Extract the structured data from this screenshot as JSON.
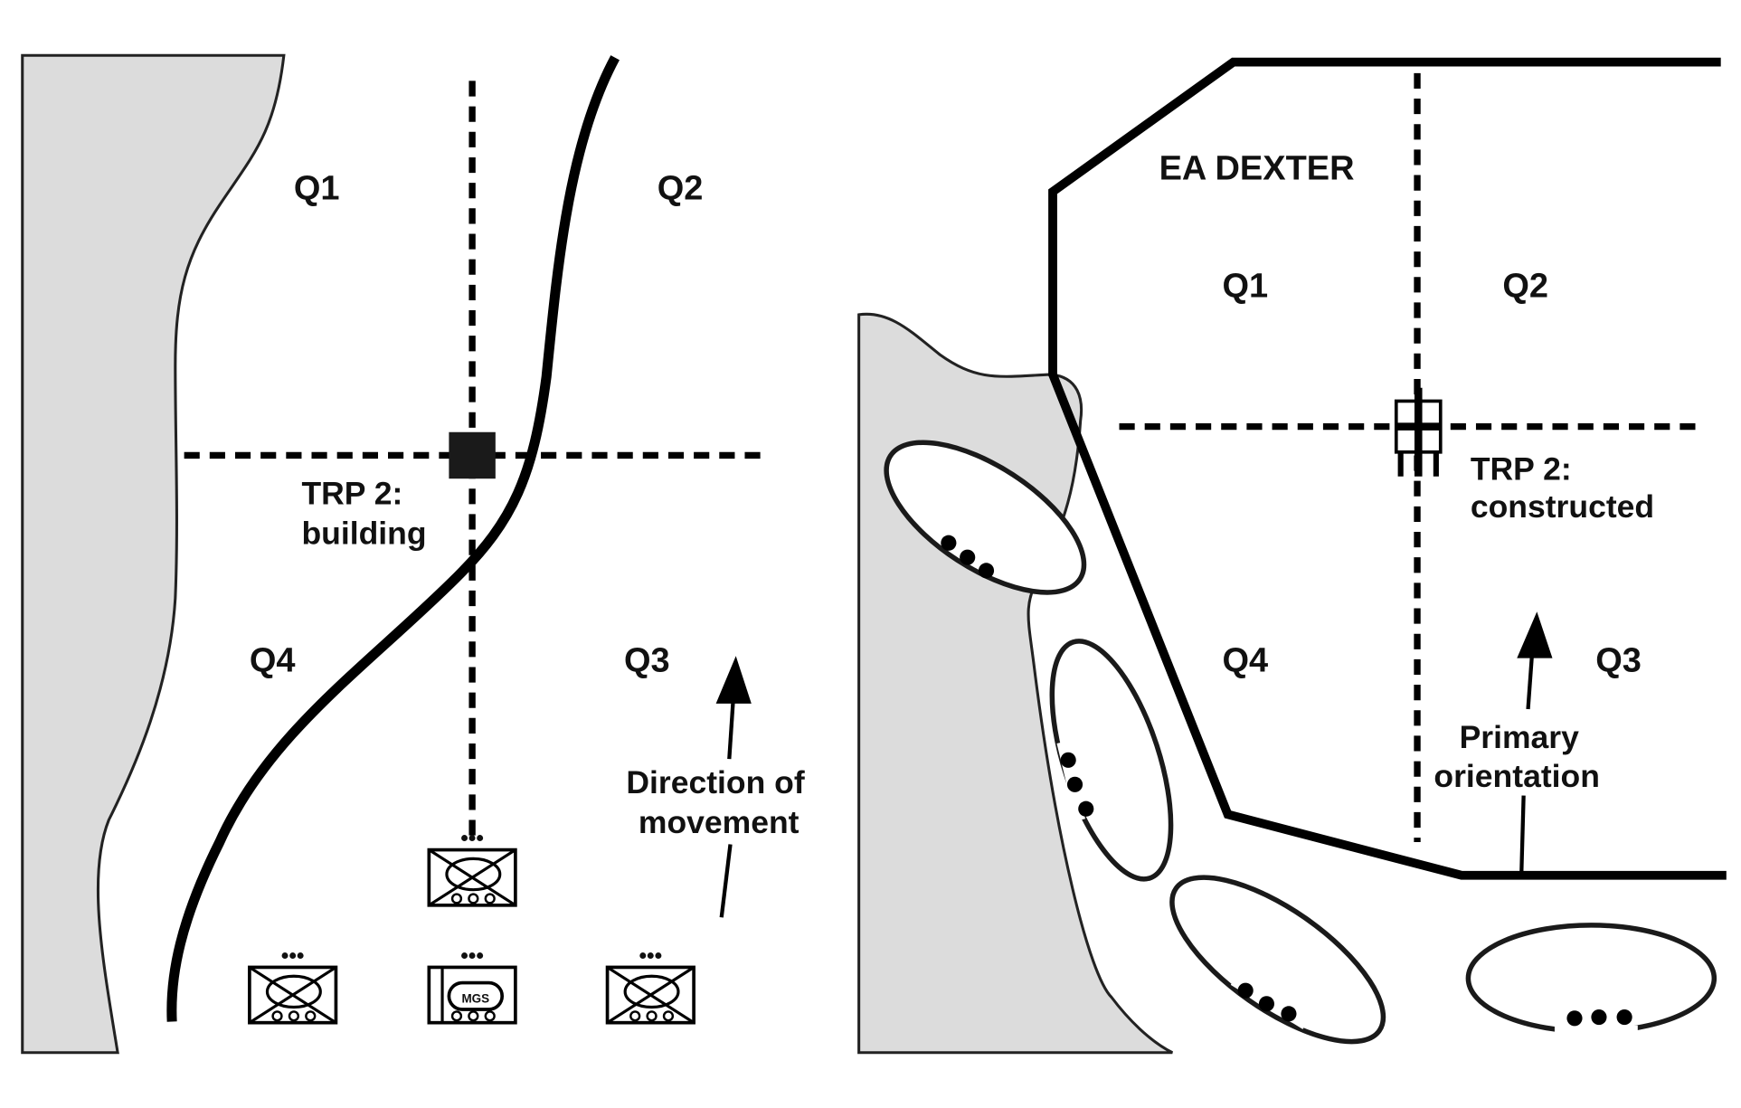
{
  "left_panel": {
    "quadrants": {
      "q1": "Q1",
      "q2": "Q2",
      "q3": "Q3",
      "q4": "Q4"
    },
    "trp_label": [
      "TRP 2:",
      "building"
    ],
    "direction_label": [
      "Direction of",
      "movement"
    ],
    "units": [
      {
        "type": "infantry-fighting-vehicle",
        "echelon_dots": "•••"
      },
      {
        "type": "infantry-fighting-vehicle",
        "echelon_dots": "•••"
      },
      {
        "type": "mobile-gun-system",
        "echelon_dots": "•••",
        "label": "MGS"
      },
      {
        "type": "infantry-fighting-vehicle",
        "echelon_dots": "•••"
      }
    ]
  },
  "right_panel": {
    "engagement_area": "EA DEXTER",
    "quadrants": {
      "q1": "Q1",
      "q2": "Q2",
      "q3": "Q3",
      "q4": "Q4"
    },
    "trp_label": [
      "TRP 2:",
      "constructed"
    ],
    "orientation_label": [
      "Primary",
      "orientation"
    ],
    "battle_positions": 4
  },
  "colors": {
    "terrain": "#dcdcdc",
    "ink": "#000000",
    "background": "#ffffff"
  }
}
